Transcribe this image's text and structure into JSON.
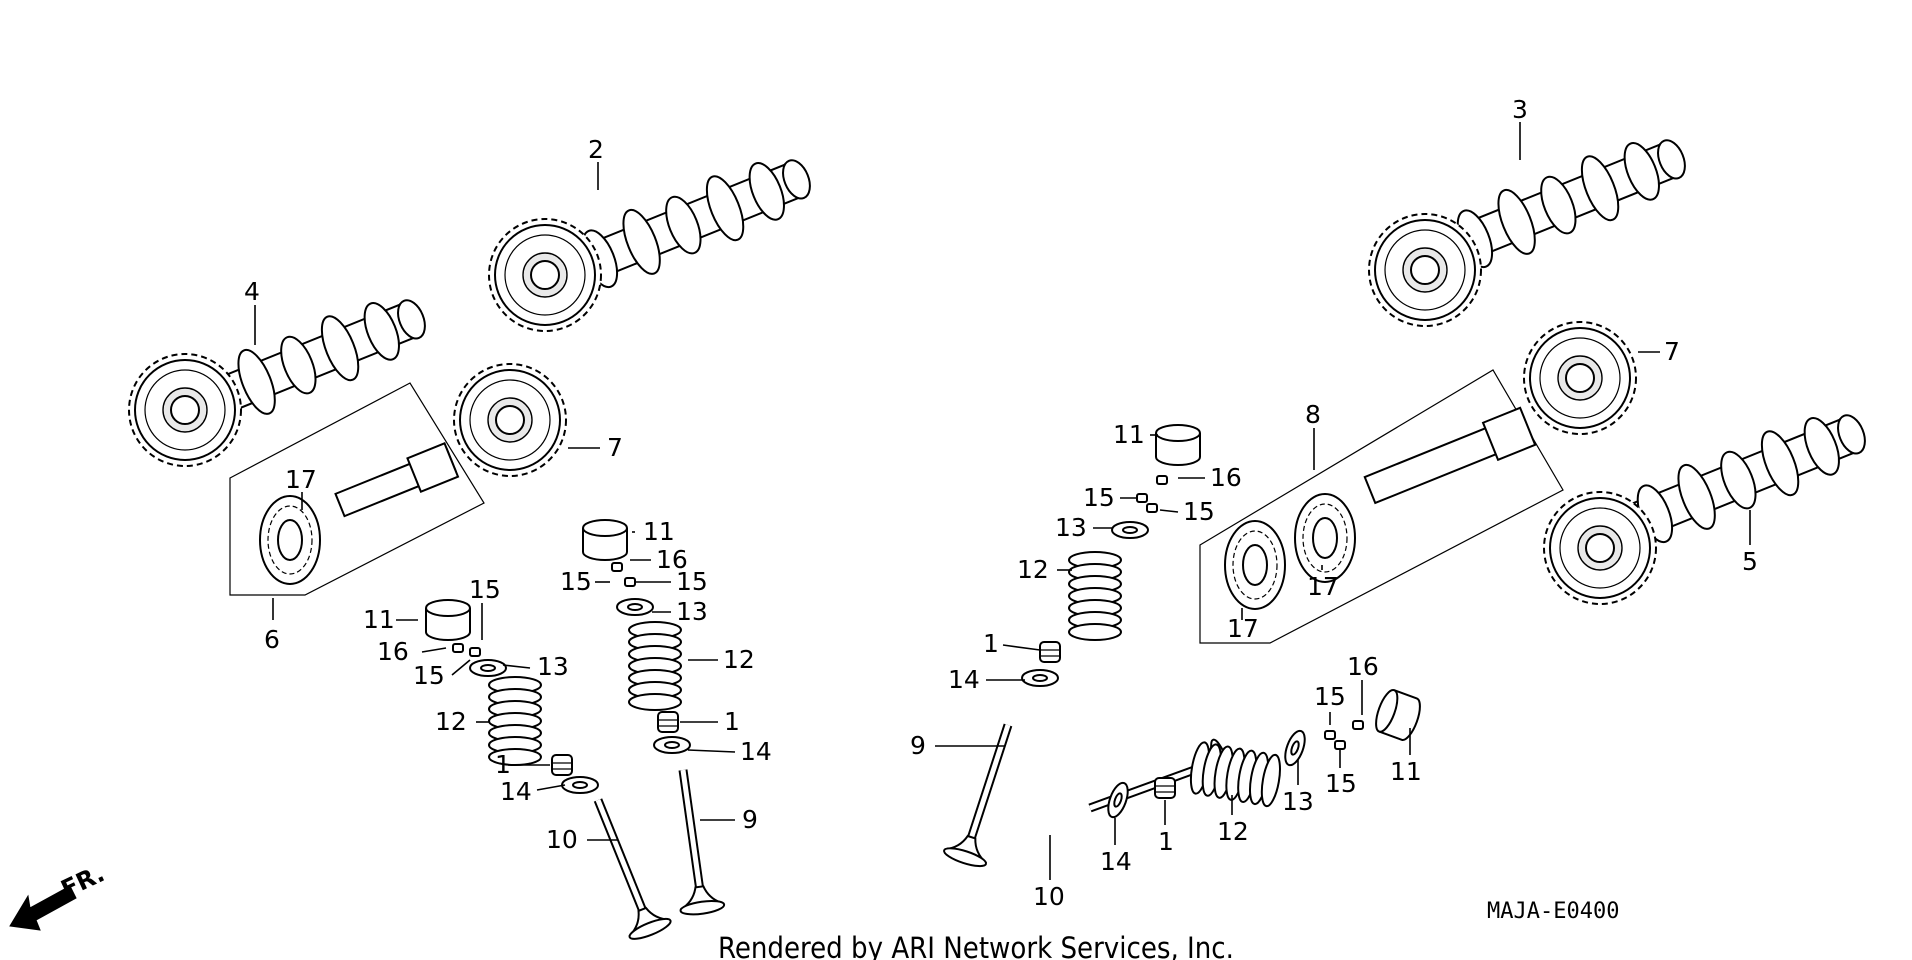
{
  "diagram": {
    "drawing_code": "MAJA-E0400",
    "credit": "Rendered by ARI Network Services, Inc.",
    "direction_label": "FR.",
    "callouts": {
      "c1a": "1",
      "c1b": "1",
      "c1c": "1",
      "c1d": "1",
      "c2": "2",
      "c3": "3",
      "c4": "4",
      "c5": "5",
      "c6": "6",
      "c7a": "7",
      "c7b": "7",
      "c8": "8",
      "c9a": "9",
      "c9b": "9",
      "c10a": "10",
      "c10b": "10",
      "c11a": "11",
      "c11b": "11",
      "c11c": "11",
      "c11d": "11",
      "c12a": "12",
      "c12b": "12",
      "c12c": "12",
      "c12d": "12",
      "c13a": "13",
      "c13b": "13",
      "c13c": "13",
      "c13d": "13",
      "c14a": "14",
      "c14b": "14",
      "c14c": "14",
      "c14d": "14",
      "c15a": "15",
      "c15b": "15",
      "c15c": "15",
      "c15d": "15",
      "c15e": "15",
      "c15f": "15",
      "c15g": "15",
      "c15h": "15",
      "c16a": "16",
      "c16b": "16",
      "c16c": "16",
      "c16d": "16",
      "c17a": "17",
      "c17b": "17",
      "c17c": "17"
    }
  }
}
